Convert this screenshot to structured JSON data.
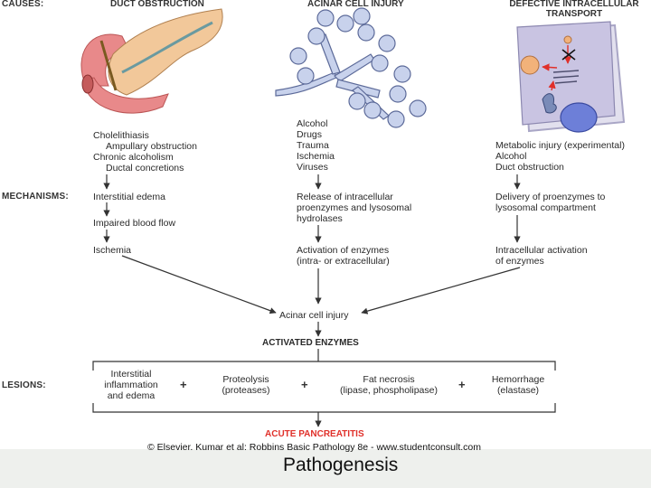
{
  "row_labels": {
    "causes": "CAUSES:",
    "mechanisms": "MECHANISMS:",
    "lesions": "LESIONS:"
  },
  "columns": {
    "duct": {
      "title": "DUCT OBSTRUCTION",
      "causes": [
        "Cholelithiasis",
        "Ampullary obstruction",
        "Chronic alcoholism",
        "Ductal concretions"
      ],
      "steps": [
        "Interstitial edema",
        "Impaired blood flow",
        "Ischemia"
      ]
    },
    "acinar": {
      "title": "ACINAR CELL INJURY",
      "causes": [
        "Alcohol",
        "Drugs",
        "Trauma",
        "Ischemia",
        "Viruses"
      ],
      "steps": [
        [
          "Release of intracellular",
          "proenzymes and lysosomal",
          "hydrolases"
        ],
        [
          "Activation of enzymes",
          "(intra- or extracellular)"
        ]
      ]
    },
    "transport": {
      "title_lines": [
        "DEFECTIVE INTRACELLULAR",
        "TRANSPORT"
      ],
      "causes": [
        "Metabolic injury (experimental)",
        "Alcohol",
        "Duct obstruction"
      ],
      "steps": [
        [
          "Delivery of proenzymes to",
          "lysosomal compartment"
        ],
        [
          "Intracellular activation",
          "of enzymes"
        ]
      ]
    }
  },
  "center": {
    "acinar_injury": "Acinar cell injury",
    "activated_enzymes": "ACTIVATED ENZYMES",
    "result": "ACUTE PANCREATITIS"
  },
  "lesions": [
    {
      "lines": [
        "Interstitial",
        "inflammation",
        "and edema"
      ]
    },
    {
      "lines": [
        "Proteolysis",
        "(proteases)"
      ]
    },
    {
      "lines": [
        "Fat necrosis",
        "(lipase, phospholipase)"
      ]
    },
    {
      "lines": [
        "Hemorrhage",
        "(elastase)"
      ]
    }
  ],
  "plus_sign": "+",
  "copyright": "© Elsevier. Kumar et al: Robbins Basic Pathology 8e - www.studentconsult.com",
  "slide_title": "Pathogenesis",
  "colors": {
    "accent_red": "#e0302a",
    "pancreas": "#f2c89a",
    "duodenum": "#e8898a",
    "acinar_blue": "#c8d2ec",
    "cell_lavender": "#c9c4e2"
  }
}
